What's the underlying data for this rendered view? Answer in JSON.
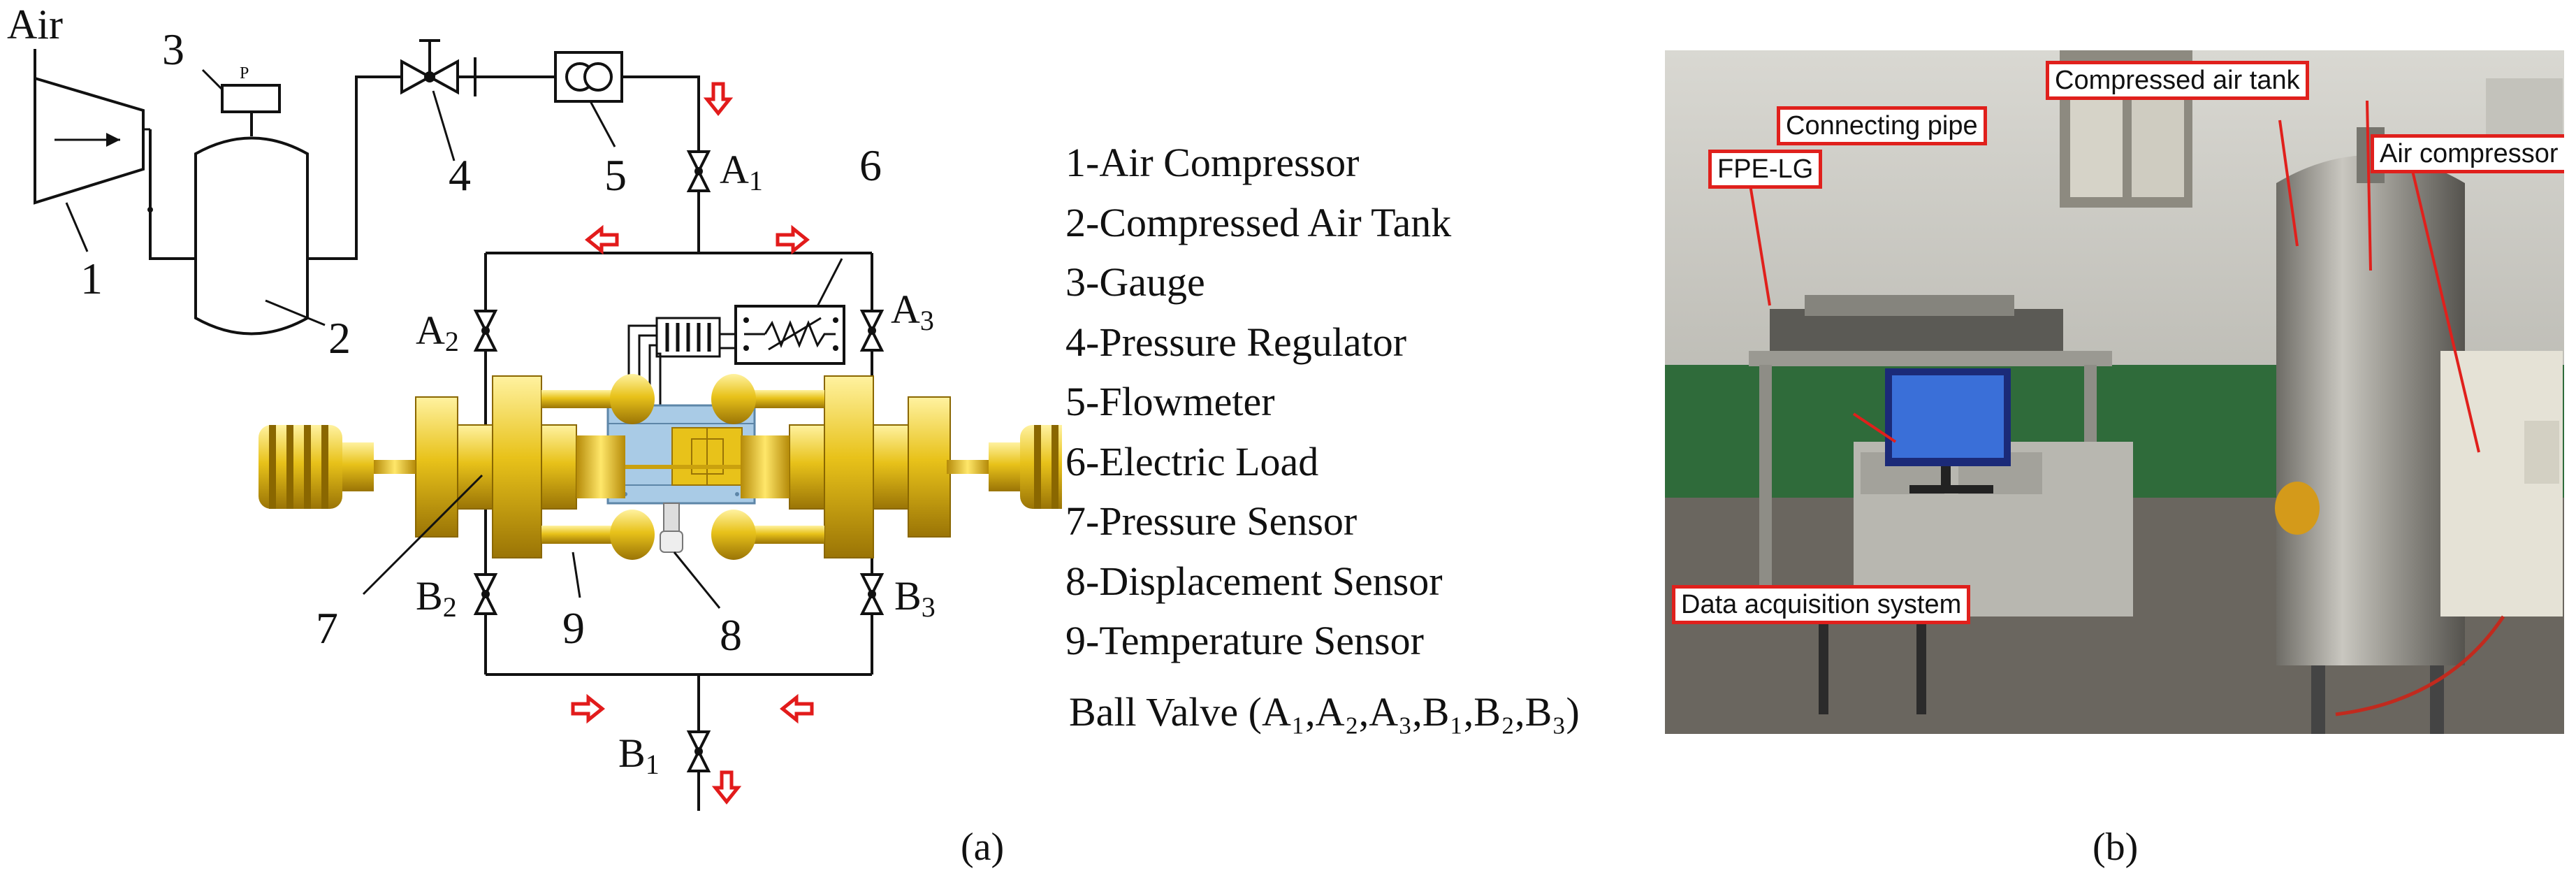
{
  "schematic": {
    "air_label": "Air",
    "gauge_p": "P",
    "numbers": [
      "1",
      "2",
      "3",
      "4",
      "5",
      "6",
      "7",
      "8",
      "9"
    ],
    "valves": {
      "A1": {
        "letter": "A",
        "sub": "1"
      },
      "A2": {
        "letter": "A",
        "sub": "2"
      },
      "A3": {
        "letter": "A",
        "sub": "3"
      },
      "B1": {
        "letter": "B",
        "sub": "1"
      },
      "B2": {
        "letter": "B",
        "sub": "2"
      },
      "B3": {
        "letter": "B",
        "sub": "3"
      }
    },
    "flow_arrow_color": "#e21b1b",
    "component_color_gold": "#e8c21a",
    "component_color_blue": "#a9cbe6"
  },
  "legend": [
    "1-Air Compressor",
    "2-Compressed Air Tank",
    "3-Gauge",
    "4-Pressure Regulator",
    "5-Flowmeter",
    "6-Electric Load",
    "7-Pressure Sensor",
    "8-Displacement Sensor",
    "9-Temperature Sensor"
  ],
  "legend_ball_valve": "Ball Valve (A₁,A₂,A₃,B₁,B₂,B₃)",
  "photo_labels": {
    "compressed_air_tank": "Compressed air tank",
    "connecting_pipe": "Connecting pipe",
    "air_compressor": "Air compressor",
    "fpe_lg": "FPE-LG",
    "data_acquisition": "Data acquisition system",
    "label_border_color": "#e0201c"
  },
  "captions": {
    "a": "(a)",
    "b": "(b)"
  }
}
